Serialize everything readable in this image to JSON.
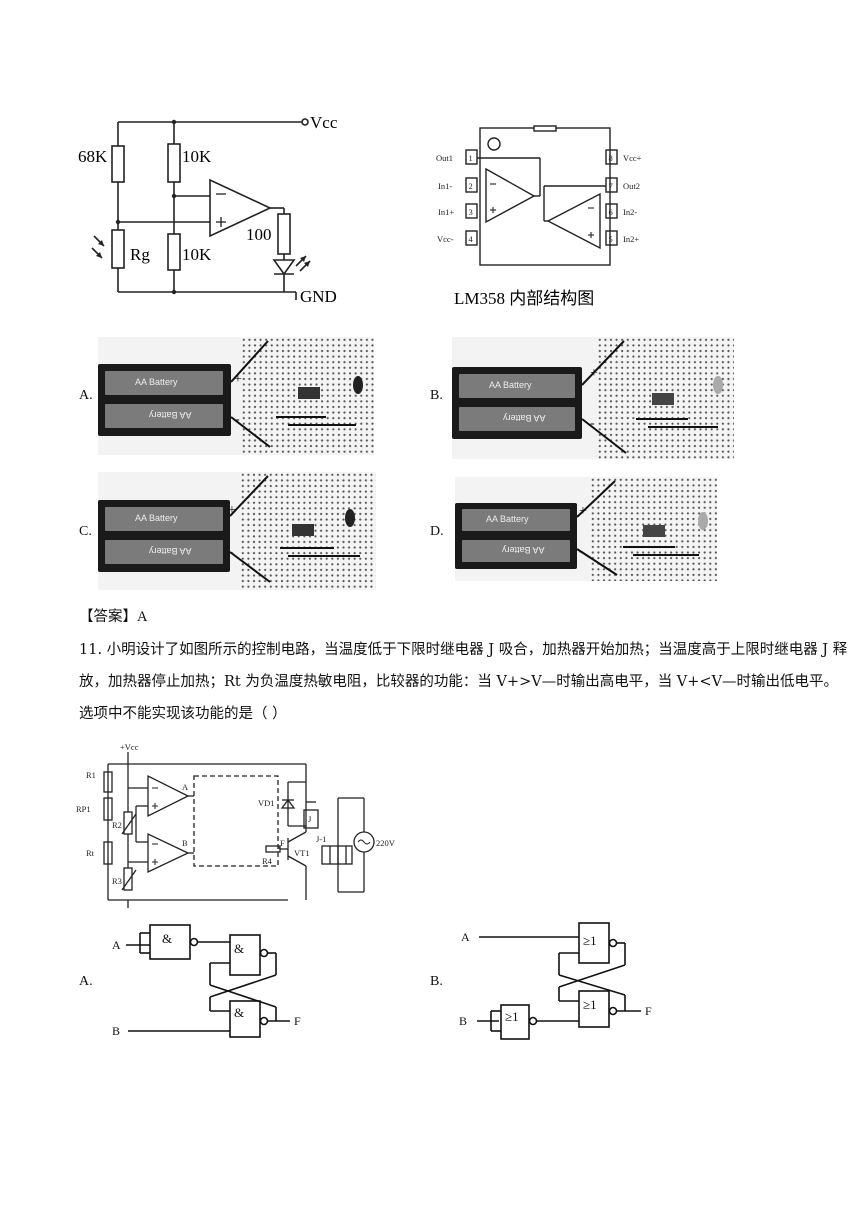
{
  "circuit1": {
    "vcc": "Vcc",
    "r68k": "68K",
    "r10k_top": "10K",
    "r10k_bottom": "10K",
    "rg": "Rg",
    "r100": "100",
    "gnd": "GND"
  },
  "lm358": {
    "caption": "LM358 内部结构图",
    "pins_left": [
      "Out1",
      "In1-",
      "In1+",
      "Vcc-"
    ],
    "pins_left_nums": [
      "1",
      "2",
      "3",
      "4"
    ],
    "pins_right": [
      "Vcc+",
      "Out2",
      "In2-",
      "In2+"
    ],
    "pins_right_nums": [
      "8",
      "7",
      "6",
      "5"
    ]
  },
  "breadboard_options": [
    {
      "letter": "A.",
      "battery_top": "AA Battery",
      "battery_bottom": "AA Battery"
    },
    {
      "letter": "B.",
      "battery_top": "AA Battery",
      "battery_bottom": "AA Battery"
    },
    {
      "letter": "C.",
      "battery_top": "AA Battery",
      "battery_bottom": "AA Battery"
    },
    {
      "letter": "D.",
      "battery_top": "AA Battery",
      "battery_bottom": "AA Battery"
    }
  ],
  "answer": {
    "label": "【答案】",
    "value": "A"
  },
  "question11": {
    "text": "11. 小明设计了如图所示的控制电路，当温度低于下限时继电器 J 吸合，加热器开始加热；当温度高于上限时继电器 J 释放，加热器停止加热；Rt 为负温度热敏电阻，比较器的功能：当 V+>V—时输出高电平，当 V+<V—时输出低电平。选项中不能实现该功能的是（    ）"
  },
  "circuit2": {
    "vcc": "+Vcc",
    "r1": "R1",
    "rp1": "RP1",
    "r2": "R2",
    "rt": "Rt",
    "r3": "R3",
    "a": "A",
    "b": "B",
    "f": "F",
    "r4": "R4",
    "vt1": "VT1",
    "vd1": "VD1",
    "j": "J",
    "j1": "J-1",
    "ac": "220V"
  },
  "gate_options": {
    "a": {
      "letter": "A.",
      "input_a": "A",
      "input_b": "B",
      "output": "F",
      "gate": "&"
    },
    "b": {
      "letter": "B.",
      "input_a": "A",
      "input_b": "B",
      "output": "F",
      "gate": "≥1"
    }
  }
}
